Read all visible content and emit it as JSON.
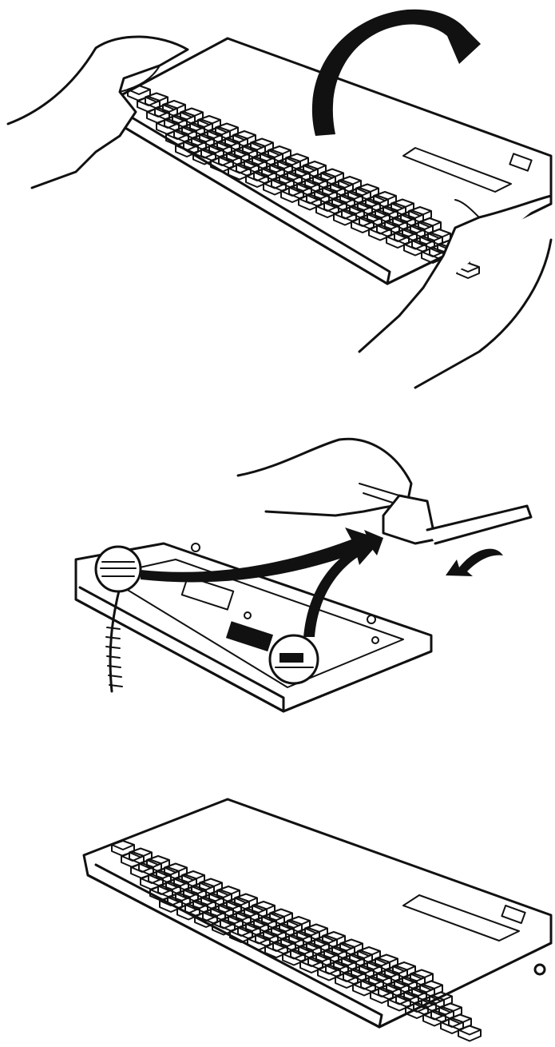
{
  "figure": {
    "steps": [
      {
        "id": "step-1",
        "depicts": "turn-keyboard-over"
      },
      {
        "id": "step-2",
        "depicts": "unfold-tilt-feet"
      },
      {
        "id": "step-3",
        "depicts": "keyboard-upright"
      }
    ]
  },
  "colors": {
    "ink": "#111111",
    "paper": "#ffffff"
  },
  "icons": [
    "hand-icon",
    "rotate-arrow-icon",
    "curved-arrow-icon",
    "tilt-foot-icon",
    "cable-icon",
    "magnifier-circle-icon"
  ]
}
